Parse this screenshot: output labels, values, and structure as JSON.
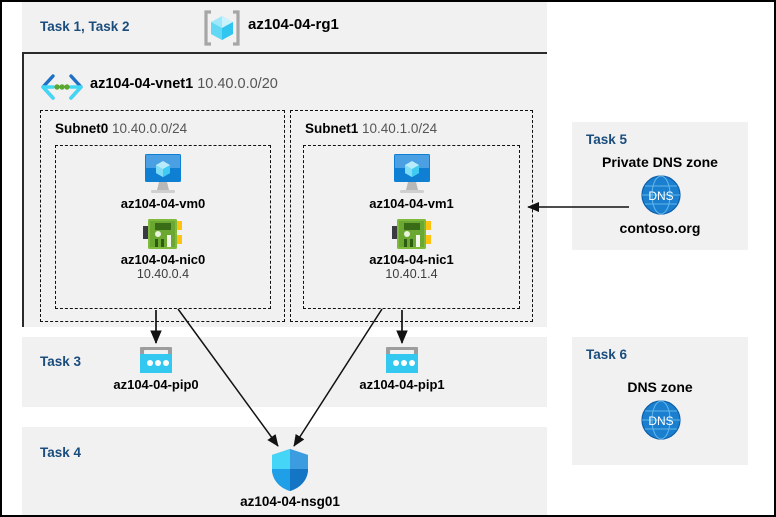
{
  "resource_group": {
    "task_label": "Task 1, Task 2",
    "name": "az104-04-rg1",
    "icon": "resource-group-cube-icon"
  },
  "vnet": {
    "name": "az104-04-vnet1",
    "cidr": "10.40.0.0/20",
    "icon": "virtual-network-icon"
  },
  "subnets": [
    {
      "name": "Subnet0",
      "cidr": "10.40.0.0/24",
      "vm": {
        "label": "az104-04-vm0",
        "icon": "virtual-machine-icon"
      },
      "nic": {
        "label": "az104-04-nic0",
        "ip": "10.40.0.4",
        "icon": "network-interface-icon"
      }
    },
    {
      "name": "Subnet1",
      "cidr": "10.40.1.0/24",
      "vm": {
        "label": "az104-04-vm1",
        "icon": "virtual-machine-icon"
      },
      "nic": {
        "label": "az104-04-nic1",
        "ip": "10.40.1.4",
        "icon": "network-interface-icon"
      }
    }
  ],
  "task3": {
    "tag": "Task 3",
    "pips": [
      {
        "label": "az104-04-pip0",
        "icon": "public-ip-address-icon"
      },
      {
        "label": "az104-04-pip1",
        "icon": "public-ip-address-icon"
      }
    ]
  },
  "task4": {
    "tag": "Task 4",
    "nsg": {
      "label": "az104-04-nsg01",
      "icon": "network-security-group-shield-icon"
    }
  },
  "task5": {
    "tag": "Task 5",
    "title": "Private DNS zone",
    "zone_name": "contoso.org",
    "icon": "dns-globe-icon",
    "icon_text": "DNS"
  },
  "task6": {
    "tag": "Task 6",
    "title": "DNS zone",
    "icon": "dns-globe-icon",
    "icon_text": "DNS"
  },
  "colors": {
    "task_label": "#1a4c7c",
    "panel_bg": "#f1f1f1",
    "azure_blue": "#0078d4",
    "cyan": "#32c8f0",
    "nic_green": "#7ab648",
    "dns_blue": "#1b8fe0"
  }
}
